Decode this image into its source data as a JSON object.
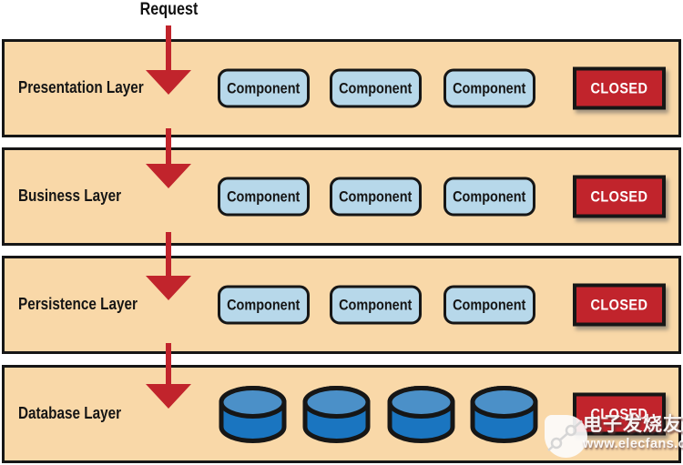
{
  "diagram": {
    "request_label": "Request",
    "layers": [
      {
        "name": "Presentation Layer",
        "components": [
          "Component",
          "Component",
          "Component"
        ],
        "status": "CLOSED"
      },
      {
        "name": "Business Layer",
        "components": [
          "Component",
          "Component",
          "Component"
        ],
        "status": "CLOSED"
      },
      {
        "name": "Persistence Layer",
        "components": [
          "Component",
          "Component",
          "Component"
        ],
        "status": "CLOSED"
      },
      {
        "name": "Database Layer",
        "databases": 4,
        "status": "CLOSED"
      }
    ],
    "colors": {
      "layer_fill": "#f9d8a8",
      "component_fill": "#b7d8ea",
      "closed_fill": "#c1242c",
      "arrow": "#c1242c",
      "cylinder_top": "#4b90c8",
      "cylinder_body": "#1a75c0",
      "outline": "#161616"
    }
  },
  "watermark": {
    "site_name": "电子发烧友",
    "site_url": "www.elecfans.com"
  }
}
